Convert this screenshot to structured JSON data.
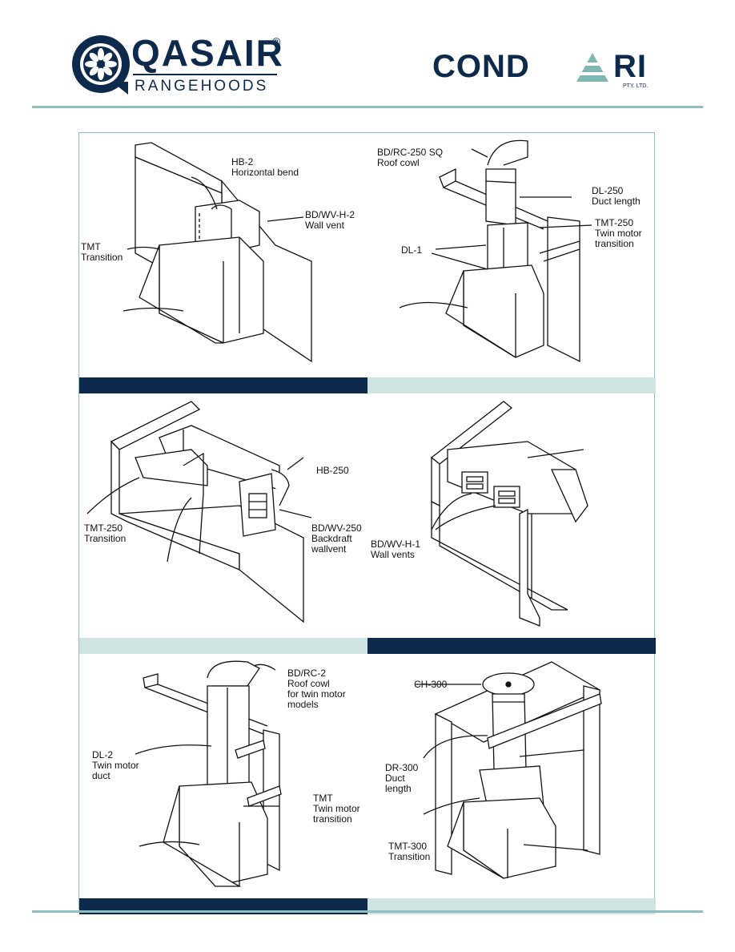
{
  "header": {
    "qasair_name": "QASAIR",
    "qasair_reg": "®",
    "qasair_sub": "RANGEHOODS",
    "condari_left": "COND",
    "condari_right": "RI",
    "condari_sub": "PTY. LTD."
  },
  "colors": {
    "navy": "#0d2a4c",
    "teal_rule": "#8fbfbf",
    "light_bar": "#cfe3e1"
  },
  "panels": [
    {
      "labels": [
        "HB-2\nHorizontal bend",
        "BD/WV-H-2\nWall vent",
        "TMT\nTransition"
      ],
      "bar": "dark"
    },
    {
      "labels": [
        "BD/RC-250 SQ\nRoof cowl",
        "DL-250\nDuct length",
        "TMT-250\nTwin motor\ntransition",
        "DL-1"
      ],
      "bar": "light"
    },
    {
      "labels": [
        "HB-250",
        "TMT-250\nTransition",
        "BD/WV-250\nBackdraft\nwallvent"
      ],
      "bar": "light"
    },
    {
      "labels": [
        "BD/WV-H-1\nWall vents"
      ],
      "bar": "dark"
    },
    {
      "labels": [
        "BD/RC-2\nRoof cowl\nfor twin motor\nmodels",
        "DL-2\nTwin motor\nduct",
        "TMT\nTwin motor\ntransition"
      ],
      "bar": "dark"
    },
    {
      "labels": [
        "CH-300",
        "DR-300\nDuct\nlength",
        "TMT-300\nTransition"
      ],
      "bar": "light"
    }
  ]
}
